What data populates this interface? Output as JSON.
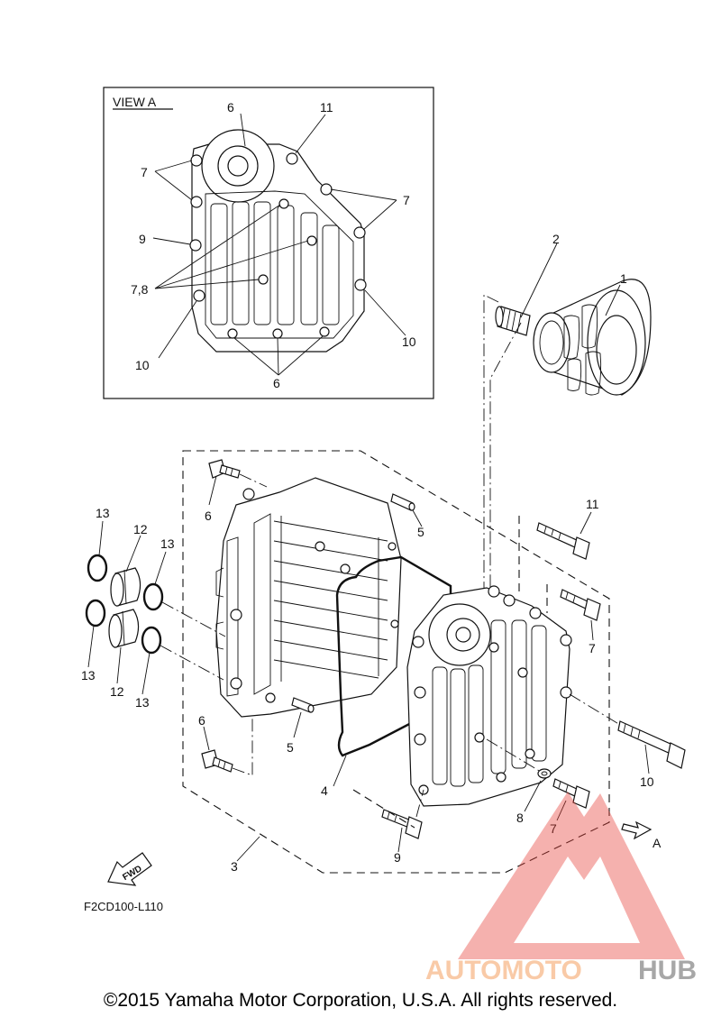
{
  "view_label": "VIEW A",
  "view_callouts": [
    "6",
    "11",
    "7",
    "7",
    "9",
    "7,8",
    "10",
    "10",
    "6"
  ],
  "main_callouts": [
    "1",
    "2",
    "3",
    "4",
    "5",
    "5",
    "6",
    "6",
    "7",
    "7",
    "8",
    "9",
    "10",
    "11",
    "12",
    "12",
    "13",
    "13",
    "13",
    "13"
  ],
  "arrow_label": "A",
  "fwd_label": "FWD",
  "drawing_code": "F2CD100-L110",
  "watermark": {
    "part1": "AUTOMOTO",
    "part2": "HUB",
    "color1": "#f7b98a",
    "color2": "#8a8a8a",
    "logo_color": "#e8423a"
  },
  "copyright": "©2015 Yamaha Motor Corporation, U.S.A. All rights reserved."
}
